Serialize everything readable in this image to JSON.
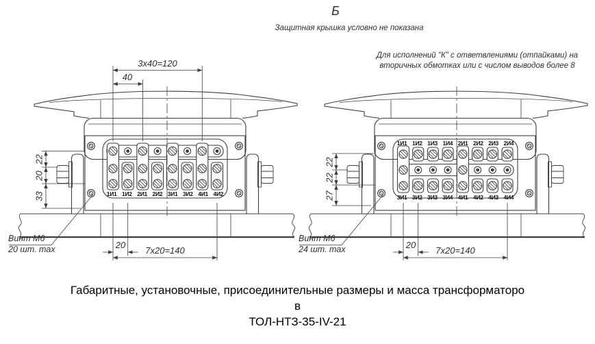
{
  "view": {
    "label": "Б",
    "note": "Защитная крышка условно не показана"
  },
  "right_note": {
    "line1": "Для исполнений \"К\" с ответвлениями (отпайками) на",
    "line2": "вторичных обмотках или с числом выводов более 8"
  },
  "left_drawing": {
    "dim_top_total": "3х40=120",
    "dim_top_step": "40",
    "dim_v1": "22",
    "dim_v2": "20",
    "dim_v3": "33",
    "dim_bottom_step": "20",
    "dim_bottom_total": "7х20=140",
    "screw_note_line1": "Винт М6",
    "screw_note_line2": "20 шт. max",
    "terminals": [
      "1И1",
      "1И2",
      "2И1",
      "2И2",
      "3И1",
      "3И2",
      "4И1",
      "4И2"
    ]
  },
  "right_drawing": {
    "dim_v1": "22",
    "dim_v2": "22",
    "dim_v3": "27",
    "dim_bottom_step": "20",
    "dim_bottom_total": "7х20=140",
    "screw_note_line1": "Винт М6",
    "screw_note_line2": "24 шт. max",
    "terminals_top": [
      "1И1",
      "1И2",
      "1И3",
      "1И4",
      "2И1",
      "2И2",
      "2И3",
      "2И4"
    ],
    "terminals_bottom": [
      "3И1",
      "3И2",
      "3И3",
      "3И4",
      "4И1",
      "4И2",
      "4И3",
      "4И4"
    ]
  },
  "caption": {
    "line1": "Габаритные, установочные, присоединительные размеры и масса трансформаторо",
    "line2": "в",
    "line3": "ТОЛ-НТЗ-35-IV-21"
  },
  "colors": {
    "line": "#3d3d3d",
    "text": "#2e2e2e",
    "background": "#ffffff"
  }
}
